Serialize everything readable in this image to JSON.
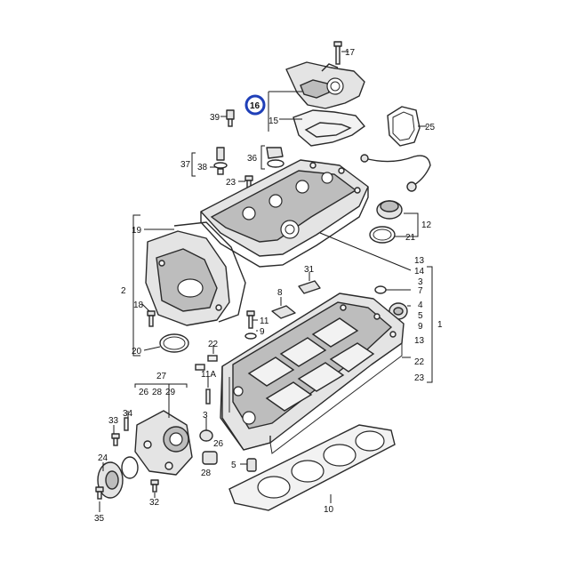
{
  "diagram": {
    "highlight_color": "#1f3fb8",
    "highlighted_label": "16",
    "callouts": {
      "c1": "1",
      "c2": "2",
      "c3a": "3",
      "c3b": "3",
      "c4": "4",
      "c5a": "5",
      "c5b": "5",
      "c7": "7",
      "c8": "8",
      "c9a": "9",
      "c9b": "9",
      "c10": "10",
      "c11": "11",
      "c11a": "11A",
      "c12": "12",
      "c13a": "13",
      "c13b": "13",
      "c14": "14",
      "c15": "15",
      "c17": "17",
      "c18": "18",
      "c19": "19",
      "c20": "20",
      "c21": "21",
      "c22a": "22",
      "c22b": "22",
      "c23a": "23",
      "c23b": "23",
      "c24": "24",
      "c25": "25",
      "c26a": "26",
      "c26b": "26",
      "c27": "27",
      "c28a": "28",
      "c28b": "28",
      "c29": "29",
      "c31": "31",
      "c32": "32",
      "c33": "33",
      "c34": "34",
      "c35": "35",
      "c36": "36",
      "c37": "37",
      "c38": "38",
      "c39": "39"
    }
  }
}
